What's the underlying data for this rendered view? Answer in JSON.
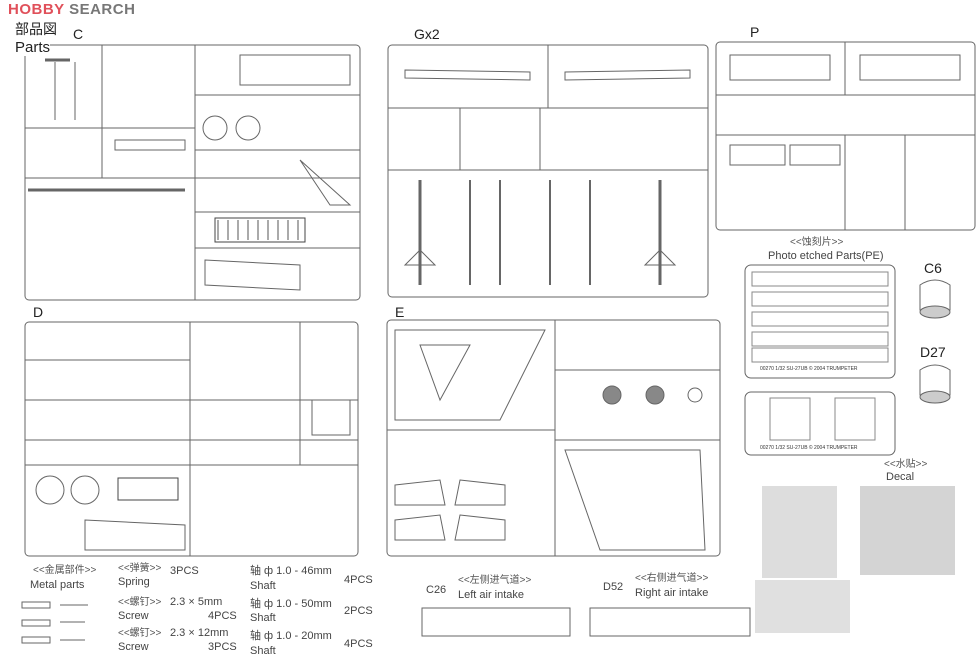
{
  "watermark": {
    "brand_red": "HOBBY",
    "brand_grey": "SEARCH",
    "red": "#e0505a"
  },
  "header": {
    "title_cn": "部品図",
    "title_en": "Parts"
  },
  "sprues": [
    {
      "label": "C"
    },
    {
      "label": "Gx2"
    },
    {
      "label": "P"
    },
    {
      "label": "D"
    },
    {
      "label": "E"
    }
  ],
  "photo_etched": {
    "title_cn": "<<蚀刻片>>",
    "title_en": "Photo etched Parts(PE)",
    "imprint_1": "00270 1/32 SU-27UB   © 2004 TRUMPETER",
    "imprint_2": "00270 1/32 SU-27UB   © 2004 TRUMPETER"
  },
  "nozzles": [
    {
      "label": "C6"
    },
    {
      "label": "D27"
    }
  ],
  "decal": {
    "title_cn": "<<水贴>>",
    "title_en": "Decal"
  },
  "metal_parts": {
    "title_cn": "<<金属部件>>",
    "title_en": "Metal parts",
    "items": [
      {
        "name_cn": "<<弹簧>>",
        "name_en": "Spring",
        "size": "",
        "qty": "3PCS"
      },
      {
        "name_cn": "<<螺钉>>",
        "name_en": "Screw",
        "size": "2.3 × 5mm",
        "qty": "4PCS"
      },
      {
        "name_cn": "<<螺钉>>",
        "name_en": "Screw",
        "size": "2.3 × 12mm",
        "qty": "3PCS"
      }
    ],
    "shafts": [
      {
        "size": "轴 ф 1.0 - 46mm",
        "name_en": "Shaft",
        "qty": "4PCS"
      },
      {
        "size": "轴 ф 1.0 - 50mm",
        "name_en": "Shaft",
        "qty": "2PCS"
      },
      {
        "size": "轴 ф 1.0 - 20mm",
        "name_en": "Shaft",
        "qty": "4PCS"
      }
    ]
  },
  "intakes": [
    {
      "part": "C26",
      "name_cn": "<<左侧进气道>>",
      "name_en": "Left air intake"
    },
    {
      "part": "D52",
      "name_cn": "<<右侧进气道>>",
      "name_en": "Right air intake"
    }
  ]
}
